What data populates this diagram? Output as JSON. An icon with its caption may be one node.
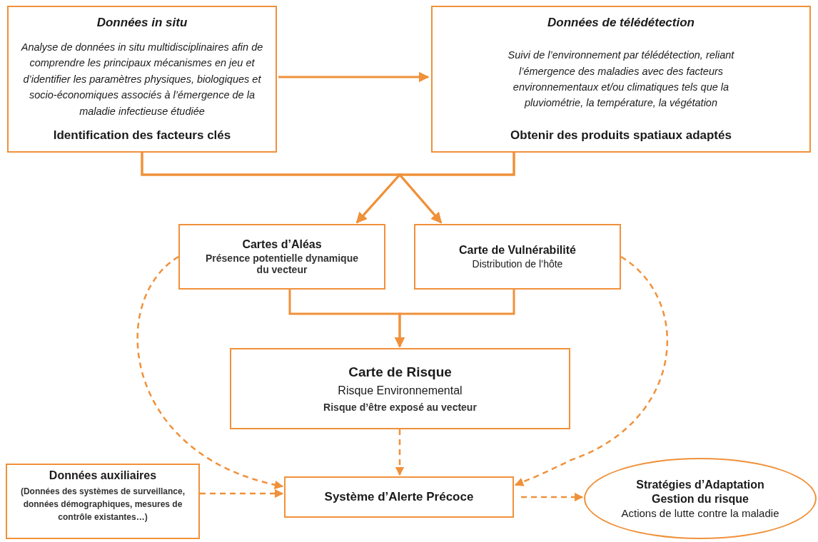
{
  "diagram": {
    "nodes": [
      {
        "text": [
          "Données in situ",
          "Analyse de données in situ multidisciplinaires afin de comprendre les principaux mécanismes en jeu et d’identifier les paramètres physiques, biologiques et socio-économiques associés à l’émergence de la maladie infectieuse étudiée",
          "Identification des facteurs clés"
        ]
      },
      {
        "text": [
          "Données de télédétection",
          "Suivi de l’environnement par télédétection, reliant l’émergence des maladies avec des facteurs environnementaux et/ou climatiques tels que la pluviométrie, la température, la végétation",
          "Obtenir des produits spatiaux adaptés"
        ]
      },
      {
        "text": [
          "Cartes d’Aléas",
          "Présence potentielle dynamique du vecteur"
        ]
      },
      {
        "text": [
          "Carte de Vulnérabilité",
          "Distribution de l’hôte"
        ]
      },
      {
        "text": [
          "Carte de Risque",
          "Risque Environnemental",
          "Risque d’être exposé au vecteur"
        ]
      },
      {
        "text": [
          "Données auxiliaires",
          "(Données des systèmes de surveillance, données démographiques, mesures de contrôle existantes…)"
        ]
      },
      {
        "text": [
          "Système d’Alerte Précoce"
        ]
      },
      {
        "text": [
          "Stratégies d’Adaptation",
          "Gestion du risque",
          "Actions de lutte contre la maladie"
        ]
      }
    ],
    "edges": [
      {
        "from": 0,
        "to": 1,
        "arrow": "to"
      },
      {
        "from": 0,
        "to": 2,
        "arrow": "to"
      },
      {
        "from": 0,
        "to": 3,
        "arrow": "to"
      },
      {
        "from": 1,
        "to": 2,
        "arrow": "to"
      },
      {
        "from": 1,
        "to": 3,
        "arrow": "to"
      },
      {
        "from": 2,
        "to": 4,
        "arrow": "to"
      },
      {
        "from": 3,
        "to": 4,
        "arrow": "to"
      },
      {
        "from": 4,
        "to": 6,
        "arrow": "to",
        "style": "dashed"
      },
      {
        "from": 2,
        "to": 6,
        "arrow": "to",
        "style": "dashed"
      },
      {
        "from": 3,
        "to": 6,
        "arrow": "to",
        "style": "dashed"
      },
      {
        "from": 5,
        "to": 6,
        "arrow": "to",
        "style": "dashed"
      },
      {
        "from": 6,
        "to": 7,
        "arrow": "to",
        "style": "dashed"
      }
    ]
  }
}
